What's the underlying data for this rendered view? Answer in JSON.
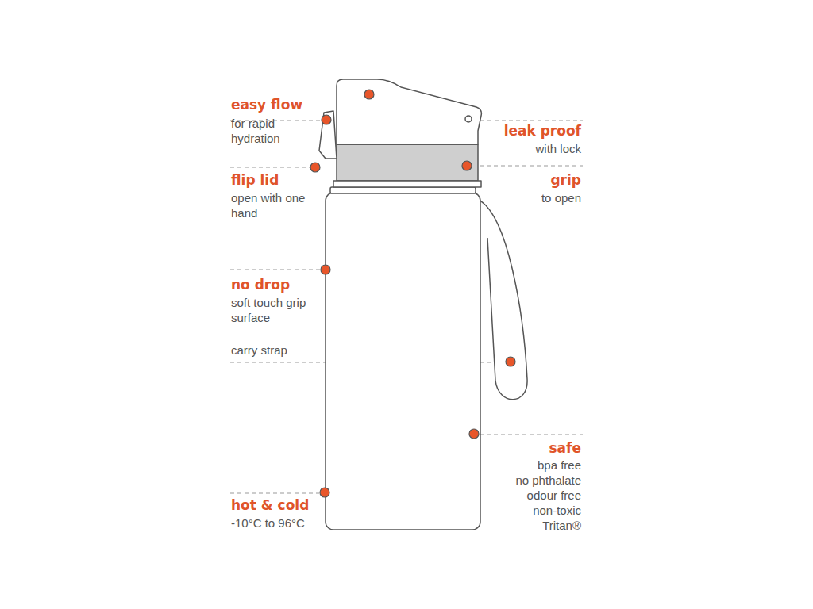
{
  "diagram": {
    "labels": [
      "easy flow",
      "for rapid hydration",
      "flip lid",
      "open with one hand",
      "no drop",
      "soft touch grip surface",
      "carry strap",
      "hot & cold",
      "-10°C to 96°C",
      "leak proof",
      "with lock",
      "grip",
      "to open",
      "safe",
      "bpa free",
      "no phthalate",
      "odour free",
      "non-toxic",
      "Tritan®"
    ]
  }
}
